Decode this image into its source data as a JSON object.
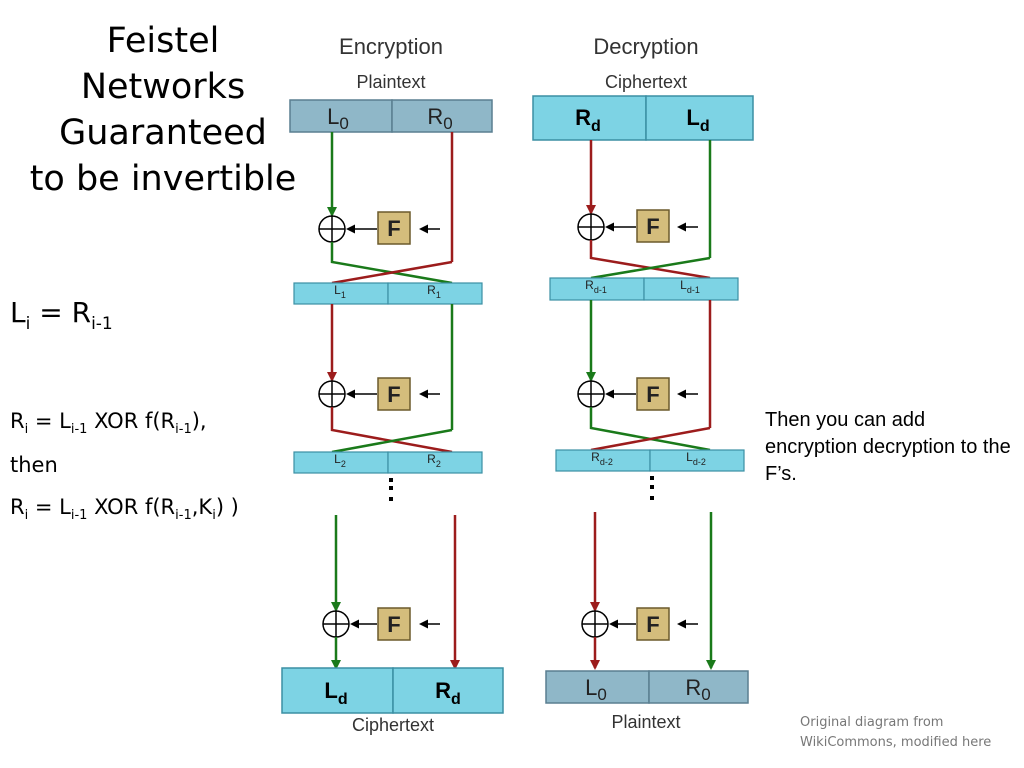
{
  "title": [
    "Feistel",
    "Networks",
    "Guaranteed",
    "to be invertible"
  ],
  "equations": {
    "li": {
      "a": "L",
      "a_sub": "i",
      "b": " = R",
      "b_sub": "i-1"
    },
    "ri1": {
      "p1": "R",
      "s1": "i",
      "p2": " = L",
      "s2": "i-1",
      "p3": " XOR f(R",
      "s3": "i-1",
      "p4": "),"
    },
    "then": "then",
    "ri2": {
      "p1": "R",
      "s1": "i",
      "p2": " = L",
      "s2": "i-1",
      "p3": " XOR f(R",
      "s3": "i-1",
      "p4": ",K",
      "s4": "i",
      "p5": ") )"
    }
  },
  "note": "Then you can add encryption decryption to the F’s.",
  "credit": "Original diagram from WikiCommons, modified here",
  "encryption": {
    "heading": "Encryption",
    "top_caption": "Plaintext",
    "bottom_caption": "Ciphertext",
    "top_left": {
      "base": "L",
      "sub": "0"
    },
    "top_right": {
      "base": "R",
      "sub": "0"
    },
    "round1_left": {
      "base": "L",
      "sub": "1"
    },
    "round1_right": {
      "base": "R",
      "sub": "1"
    },
    "round2_left": {
      "base": "L",
      "sub": "2"
    },
    "round2_right": {
      "base": "R",
      "sub": "2"
    },
    "bottom_left": {
      "base": "L",
      "sub": "d"
    },
    "bottom_right": {
      "base": "R",
      "sub": "d"
    },
    "f_label": "F"
  },
  "decryption": {
    "heading": "Decryption",
    "top_caption": "Ciphertext",
    "bottom_caption": "Plaintext",
    "top_left": {
      "base": "R",
      "sub": "d"
    },
    "top_right": {
      "base": "L",
      "sub": "d"
    },
    "round1_left": {
      "base": "R",
      "sub": "d-1"
    },
    "round1_right": {
      "base": "L",
      "sub": "d-1"
    },
    "round2_left": {
      "base": "R",
      "sub": "d-2"
    },
    "round2_right": {
      "base": "L",
      "sub": "d-2"
    },
    "bottom_left": {
      "base": "L",
      "sub": "0"
    },
    "bottom_right": {
      "base": "R",
      "sub": "0"
    },
    "f_label": "F"
  },
  "colors": {
    "green": "#1a7a1a",
    "red": "#9c1c1c",
    "box_gray": "#8fb7c8",
    "box_cyan": "#7dd3e4",
    "f_fill": "#d4bd7c"
  }
}
